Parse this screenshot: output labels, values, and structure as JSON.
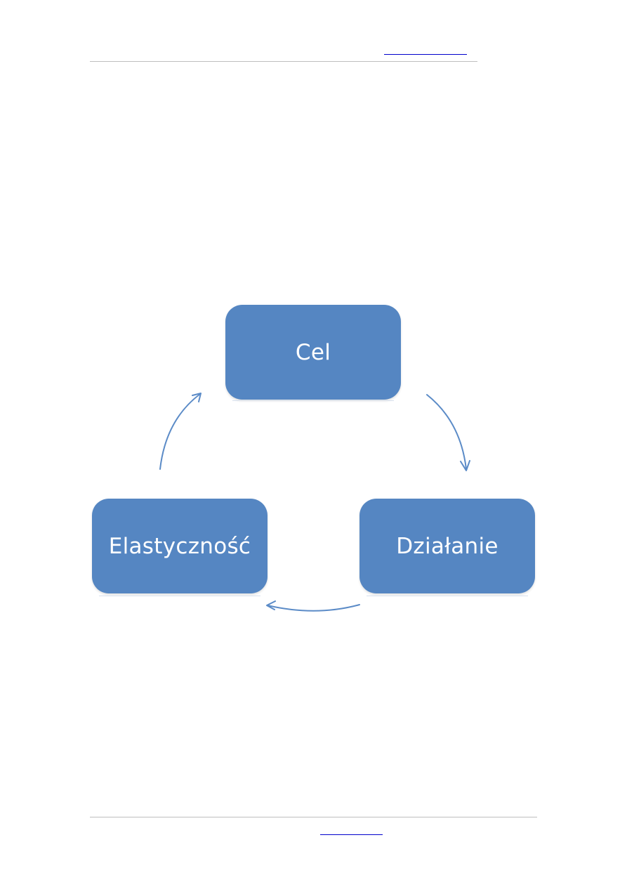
{
  "diagram": {
    "nodes": [
      {
        "id": "cel",
        "label": "Cel"
      },
      {
        "id": "dzialanie",
        "label": "Działanie"
      },
      {
        "id": "elastycznosc",
        "label": "Elastyczność"
      }
    ],
    "edges": [
      {
        "from": "cel",
        "to": "dzialanie"
      },
      {
        "from": "dzialanie",
        "to": "elastycznosc"
      },
      {
        "from": "elastycznosc",
        "to": "cel"
      }
    ],
    "colors": {
      "node_fill": "#5586c2",
      "node_text": "#ffffff",
      "arrow": "#5b8bc7"
    }
  }
}
